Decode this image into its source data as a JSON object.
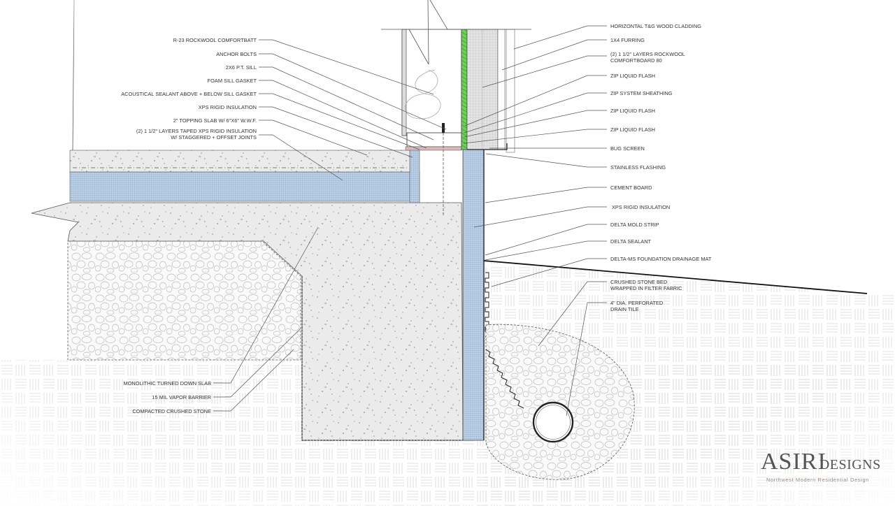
{
  "colors": {
    "insulation_blue": "#b8cde3",
    "sheathing_green": "#5cc24a",
    "concrete": "#e9e9e9",
    "line": "#333333",
    "logo_tag": "#a08878"
  },
  "labels_left": [
    "R-23 ROCKWOOL COMFORTBATT",
    "ANCHOR BOLTS",
    "2X6 P.T. SILL",
    "FOAM SILL GASKET",
    "ACOUSTICAL SEALANT ABOVE + BELOW SILL GASKET",
    "XPS RIGID INSULATION",
    "2\" TOPPING SLAB W/ 6\"X6\" W.W.F.",
    "(2) 1 1/2\" LAYERS TAPED XPS RIGID INSULATION",
    "W/ STAGGERED + OFFSET JOINTS"
  ],
  "labels_bottom_left": [
    "MONOLITHIC TURNED DOWN SLAB",
    "15 MIL VAPOR BARRIER",
    "COMPACTED CRUSHED STONE"
  ],
  "labels_right": [
    "HORIZONTAL T&G WOOD CLADDING",
    "1X4 FURRING",
    "(2) 1 1/2\" LAYERS ROCKWOOL",
    "COMFORTBOARD 80",
    "ZIP LIQUID FLASH",
    "ZIP SYSTEM SHEATHING",
    "ZIP LIQUID FLASH",
    "ZIP LIQUID FLASH",
    "BUG SCREEN",
    "STAINLESS FLASHING",
    "CEMENT BOARD",
    "XPS RIGID INSULATION",
    "DELTA MOLD STRIP",
    "DELTA SEALANT",
    "DELTA-MS FOUNDATION DRAINAGE MAT",
    "CRUSHED STONE BED",
    "WRAPPED IN FILTER FABRIC",
    "4\" DIA. PERFORATED",
    "DRAIN TILE"
  ],
  "logo": {
    "main": "ASIRI",
    "sub": "DESIGNS",
    "tagline": "Northwest Modern Residential Design"
  }
}
